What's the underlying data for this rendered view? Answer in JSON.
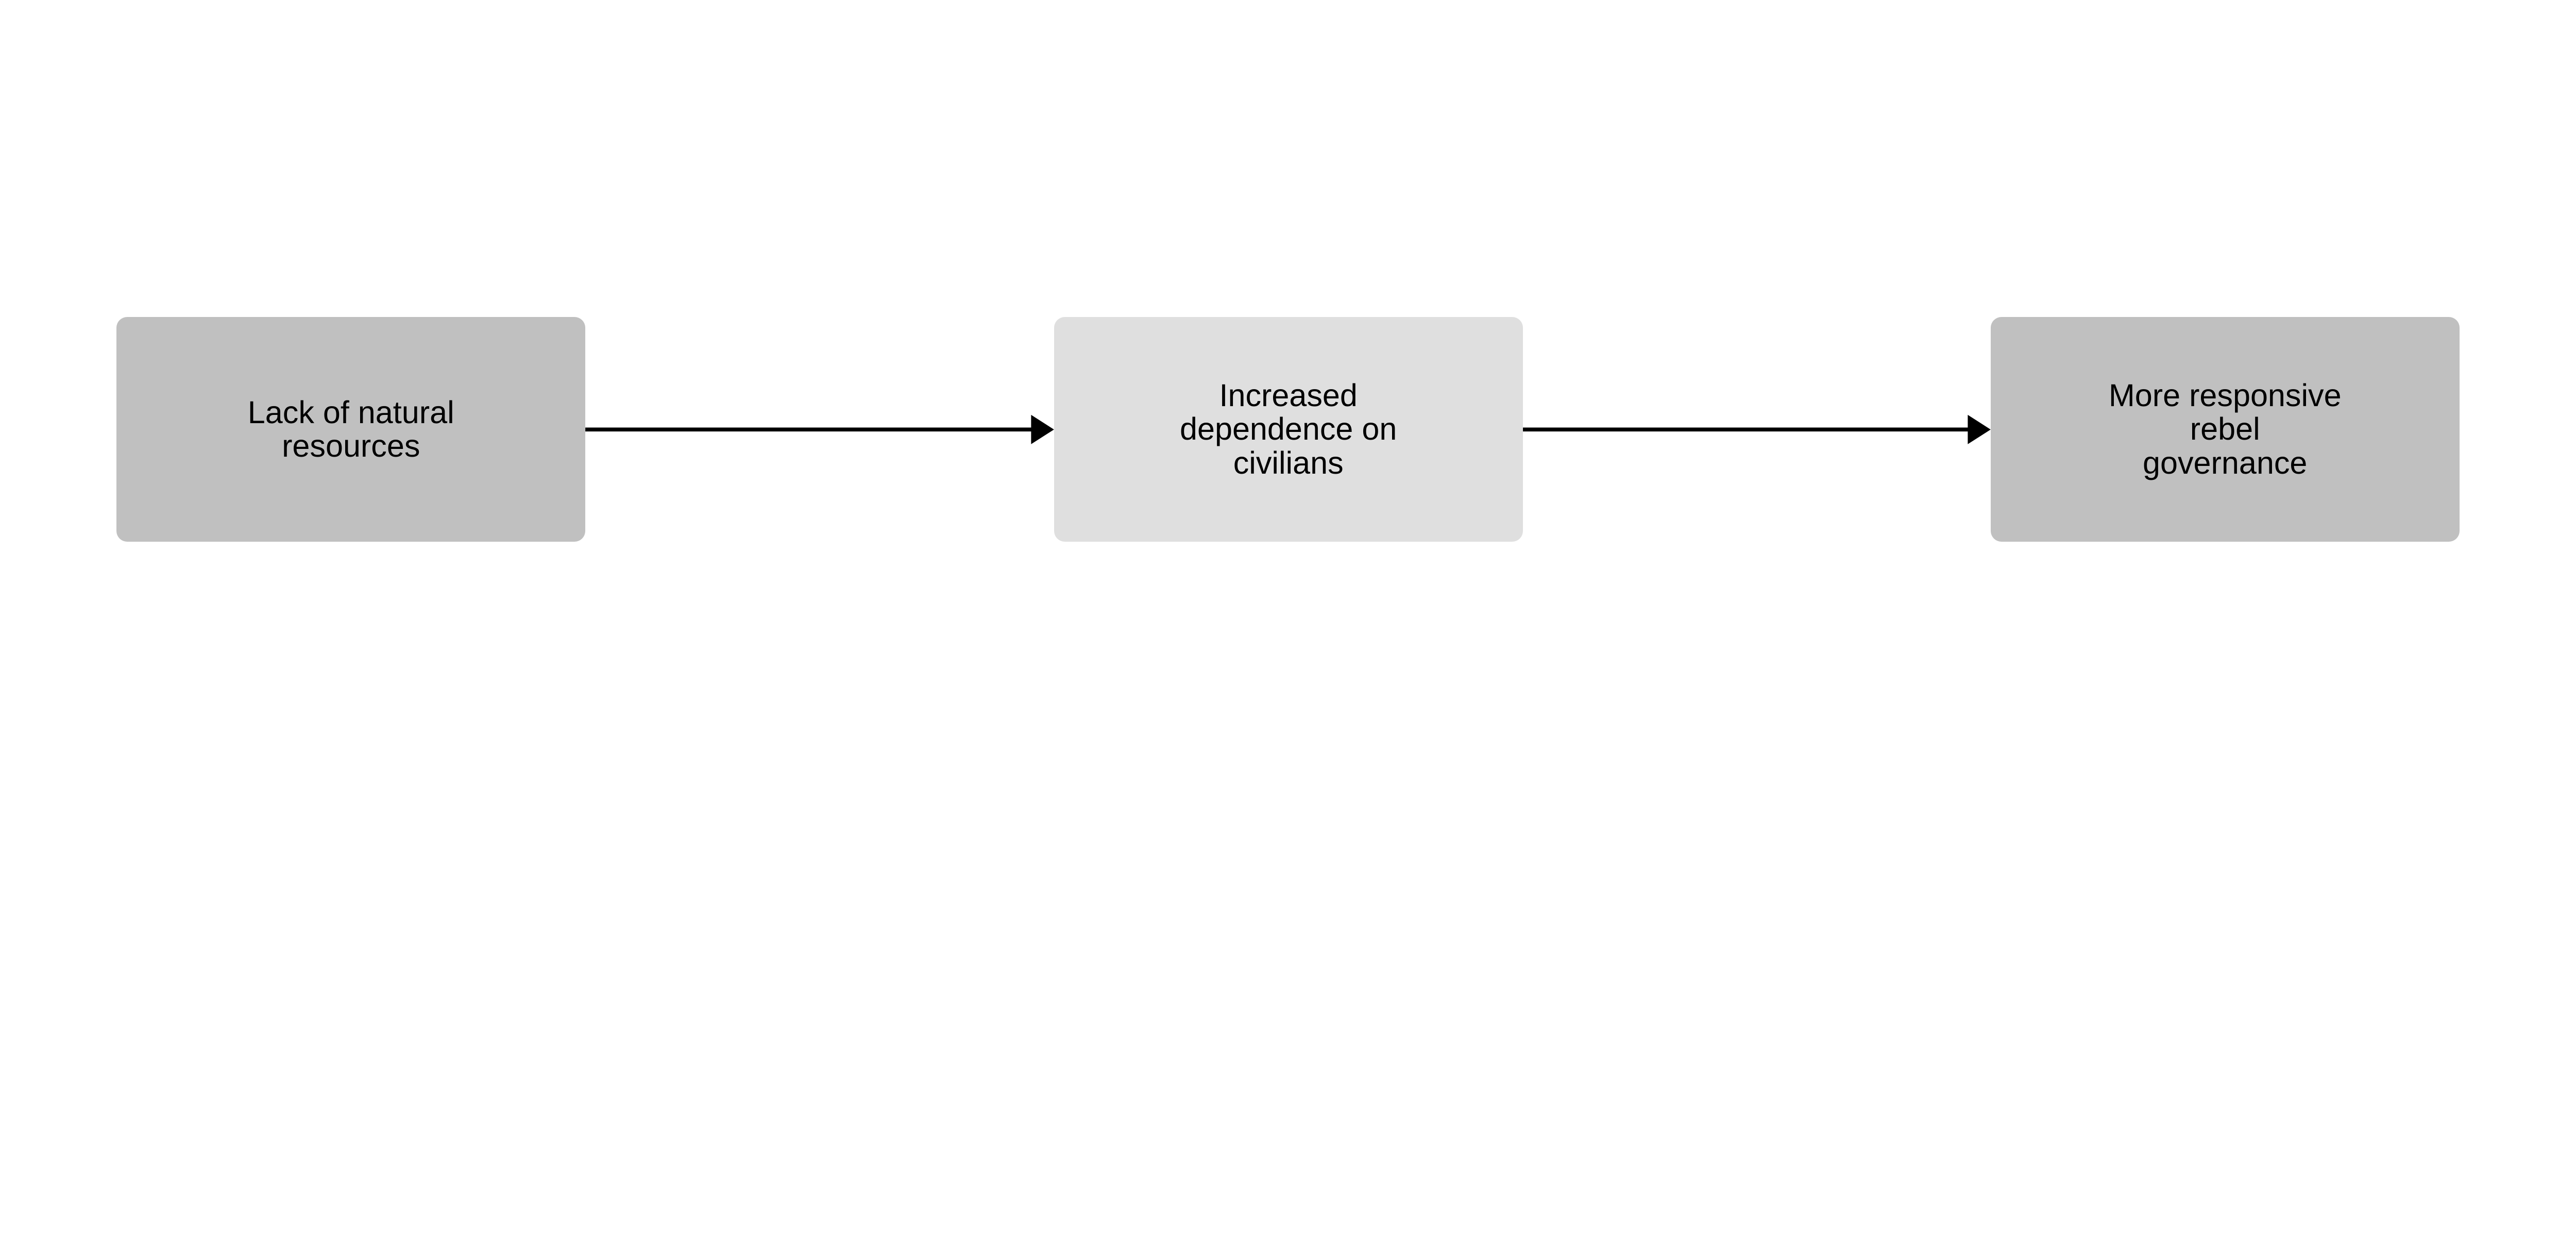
{
  "nodes": [
    {
      "label": "Lack of natural\nresources",
      "color": "#c0c0c0"
    },
    {
      "label": "Increased\ndependence on\ncivilians",
      "color": "#dfdfdf"
    },
    {
      "label": "More responsive\nrebel\ngovernance",
      "color": "#c0c0c0"
    }
  ],
  "edges": [
    {
      "from": 0,
      "to": 1
    },
    {
      "from": 1,
      "to": 2
    }
  ],
  "colors": {
    "background": "#ffffff",
    "arrow": "#000000"
  }
}
